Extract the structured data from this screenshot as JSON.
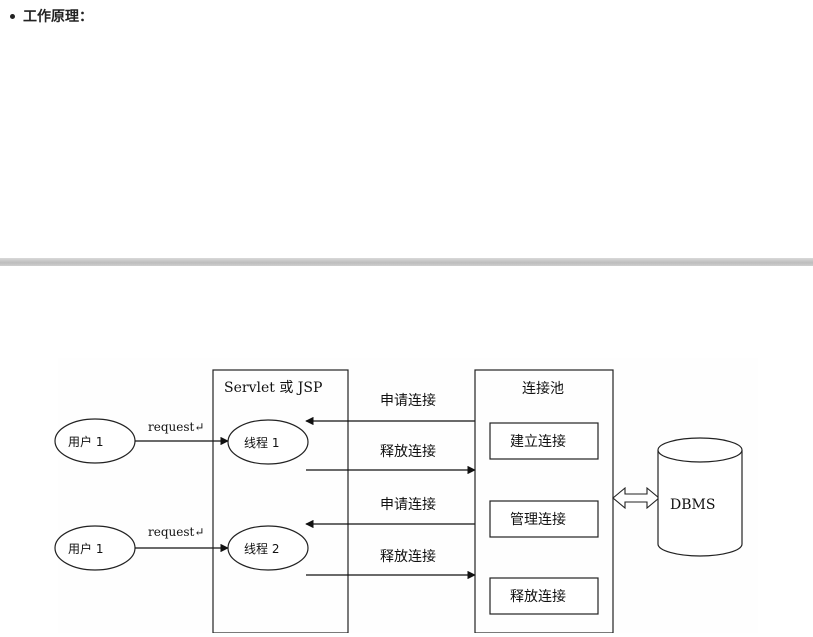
{
  "heading": {
    "text": "工作原理："
  },
  "diagram": {
    "users": [
      "用户 1",
      "用户 1"
    ],
    "request_labels": [
      "request↵",
      "request↵"
    ],
    "servlet_title": "Servlet 或 JSP",
    "threads": [
      "线程 1",
      "线程 2"
    ],
    "arrows": [
      "申请连接",
      "释放连接",
      "申请连接",
      "释放连接"
    ],
    "pool_title": "连接池",
    "pool_items": [
      "建立连接",
      "管理连接",
      "释放连接"
    ],
    "db_label": "DBMS"
  }
}
